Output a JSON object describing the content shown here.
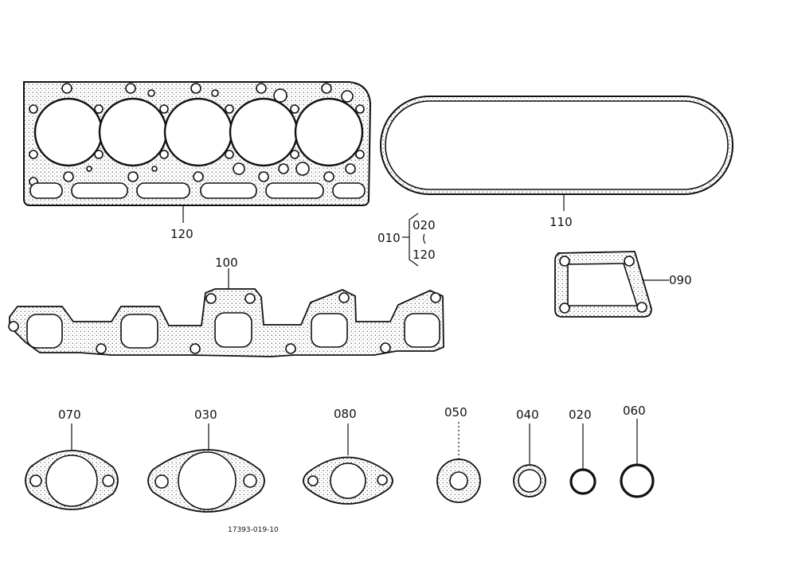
{
  "diagram": {
    "labels": {
      "p120": "120",
      "p110": "110",
      "p100": "100",
      "p090": "090",
      "p010": "010",
      "p010_020": "020",
      "p010_120": "120",
      "p070": "070",
      "p030": "030",
      "p080": "080",
      "p050": "050",
      "p040": "040",
      "p020": "020",
      "p060": "060"
    },
    "drawing_number": "17393-019-10"
  }
}
